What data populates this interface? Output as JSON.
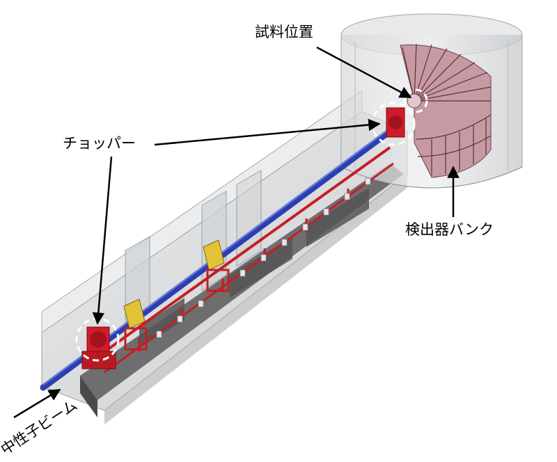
{
  "labels": {
    "sample_position": "試料位置",
    "chopper": "チョッパー",
    "detector_bank": "検出器バンク",
    "neutron_beam": "中性子ビーム"
  },
  "colors": {
    "shield": "#c9cbcd",
    "beam": "#2c3fb0",
    "frame": "#c41e24",
    "chopper": "#d01c2a",
    "monitor": "#e3c23a",
    "detector": "#c79aa3",
    "floor": "#6e6e6e"
  }
}
